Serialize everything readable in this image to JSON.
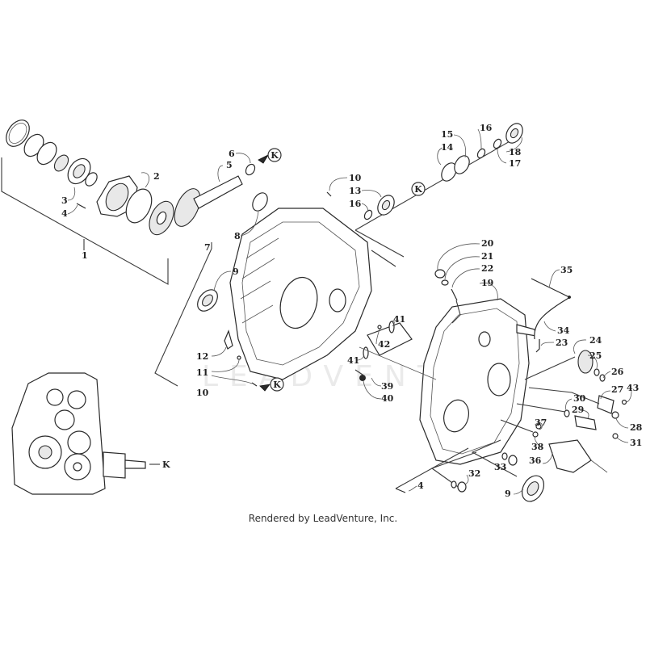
{
  "diagram": {
    "title": "Transmission case exploded parts diagram",
    "watermark": "LEADVENTURE",
    "footer_credit": "Rendered by LeadVenture, Inc.",
    "reference_marker": "K",
    "callouts": [
      {
        "id": "1",
        "label": "1"
      },
      {
        "id": "2",
        "label": "2"
      },
      {
        "id": "3",
        "label": "3"
      },
      {
        "id": "4a",
        "label": "4"
      },
      {
        "id": "4b",
        "label": "4"
      },
      {
        "id": "5",
        "label": "5"
      },
      {
        "id": "6",
        "label": "6"
      },
      {
        "id": "7",
        "label": "7"
      },
      {
        "id": "8",
        "label": "8"
      },
      {
        "id": "9a",
        "label": "9"
      },
      {
        "id": "9b",
        "label": "9"
      },
      {
        "id": "10a",
        "label": "10"
      },
      {
        "id": "10b",
        "label": "10"
      },
      {
        "id": "11",
        "label": "11"
      },
      {
        "id": "12",
        "label": "12"
      },
      {
        "id": "13",
        "label": "13"
      },
      {
        "id": "14",
        "label": "14"
      },
      {
        "id": "15",
        "label": "15"
      },
      {
        "id": "16a",
        "label": "16"
      },
      {
        "id": "16b",
        "label": "16"
      },
      {
        "id": "17",
        "label": "17"
      },
      {
        "id": "18",
        "label": "18"
      },
      {
        "id": "19",
        "label": "19"
      },
      {
        "id": "20",
        "label": "20"
      },
      {
        "id": "21",
        "label": "21"
      },
      {
        "id": "22",
        "label": "22"
      },
      {
        "id": "23",
        "label": "23"
      },
      {
        "id": "24",
        "label": "24"
      },
      {
        "id": "25",
        "label": "25"
      },
      {
        "id": "26",
        "label": "26"
      },
      {
        "id": "27",
        "label": "27"
      },
      {
        "id": "28",
        "label": "28"
      },
      {
        "id": "29",
        "label": "29"
      },
      {
        "id": "30",
        "label": "30"
      },
      {
        "id": "31",
        "label": "31"
      },
      {
        "id": "32",
        "label": "32"
      },
      {
        "id": "33",
        "label": "33"
      },
      {
        "id": "34",
        "label": "34"
      },
      {
        "id": "35",
        "label": "35"
      },
      {
        "id": "36",
        "label": "36"
      },
      {
        "id": "37",
        "label": "37"
      },
      {
        "id": "38",
        "label": "38"
      },
      {
        "id": "39",
        "label": "39"
      },
      {
        "id": "40",
        "label": "40"
      },
      {
        "id": "41a",
        "label": "41"
      },
      {
        "id": "41b",
        "label": "41"
      },
      {
        "id": "42",
        "label": "42"
      },
      {
        "id": "43",
        "label": "43"
      }
    ]
  }
}
